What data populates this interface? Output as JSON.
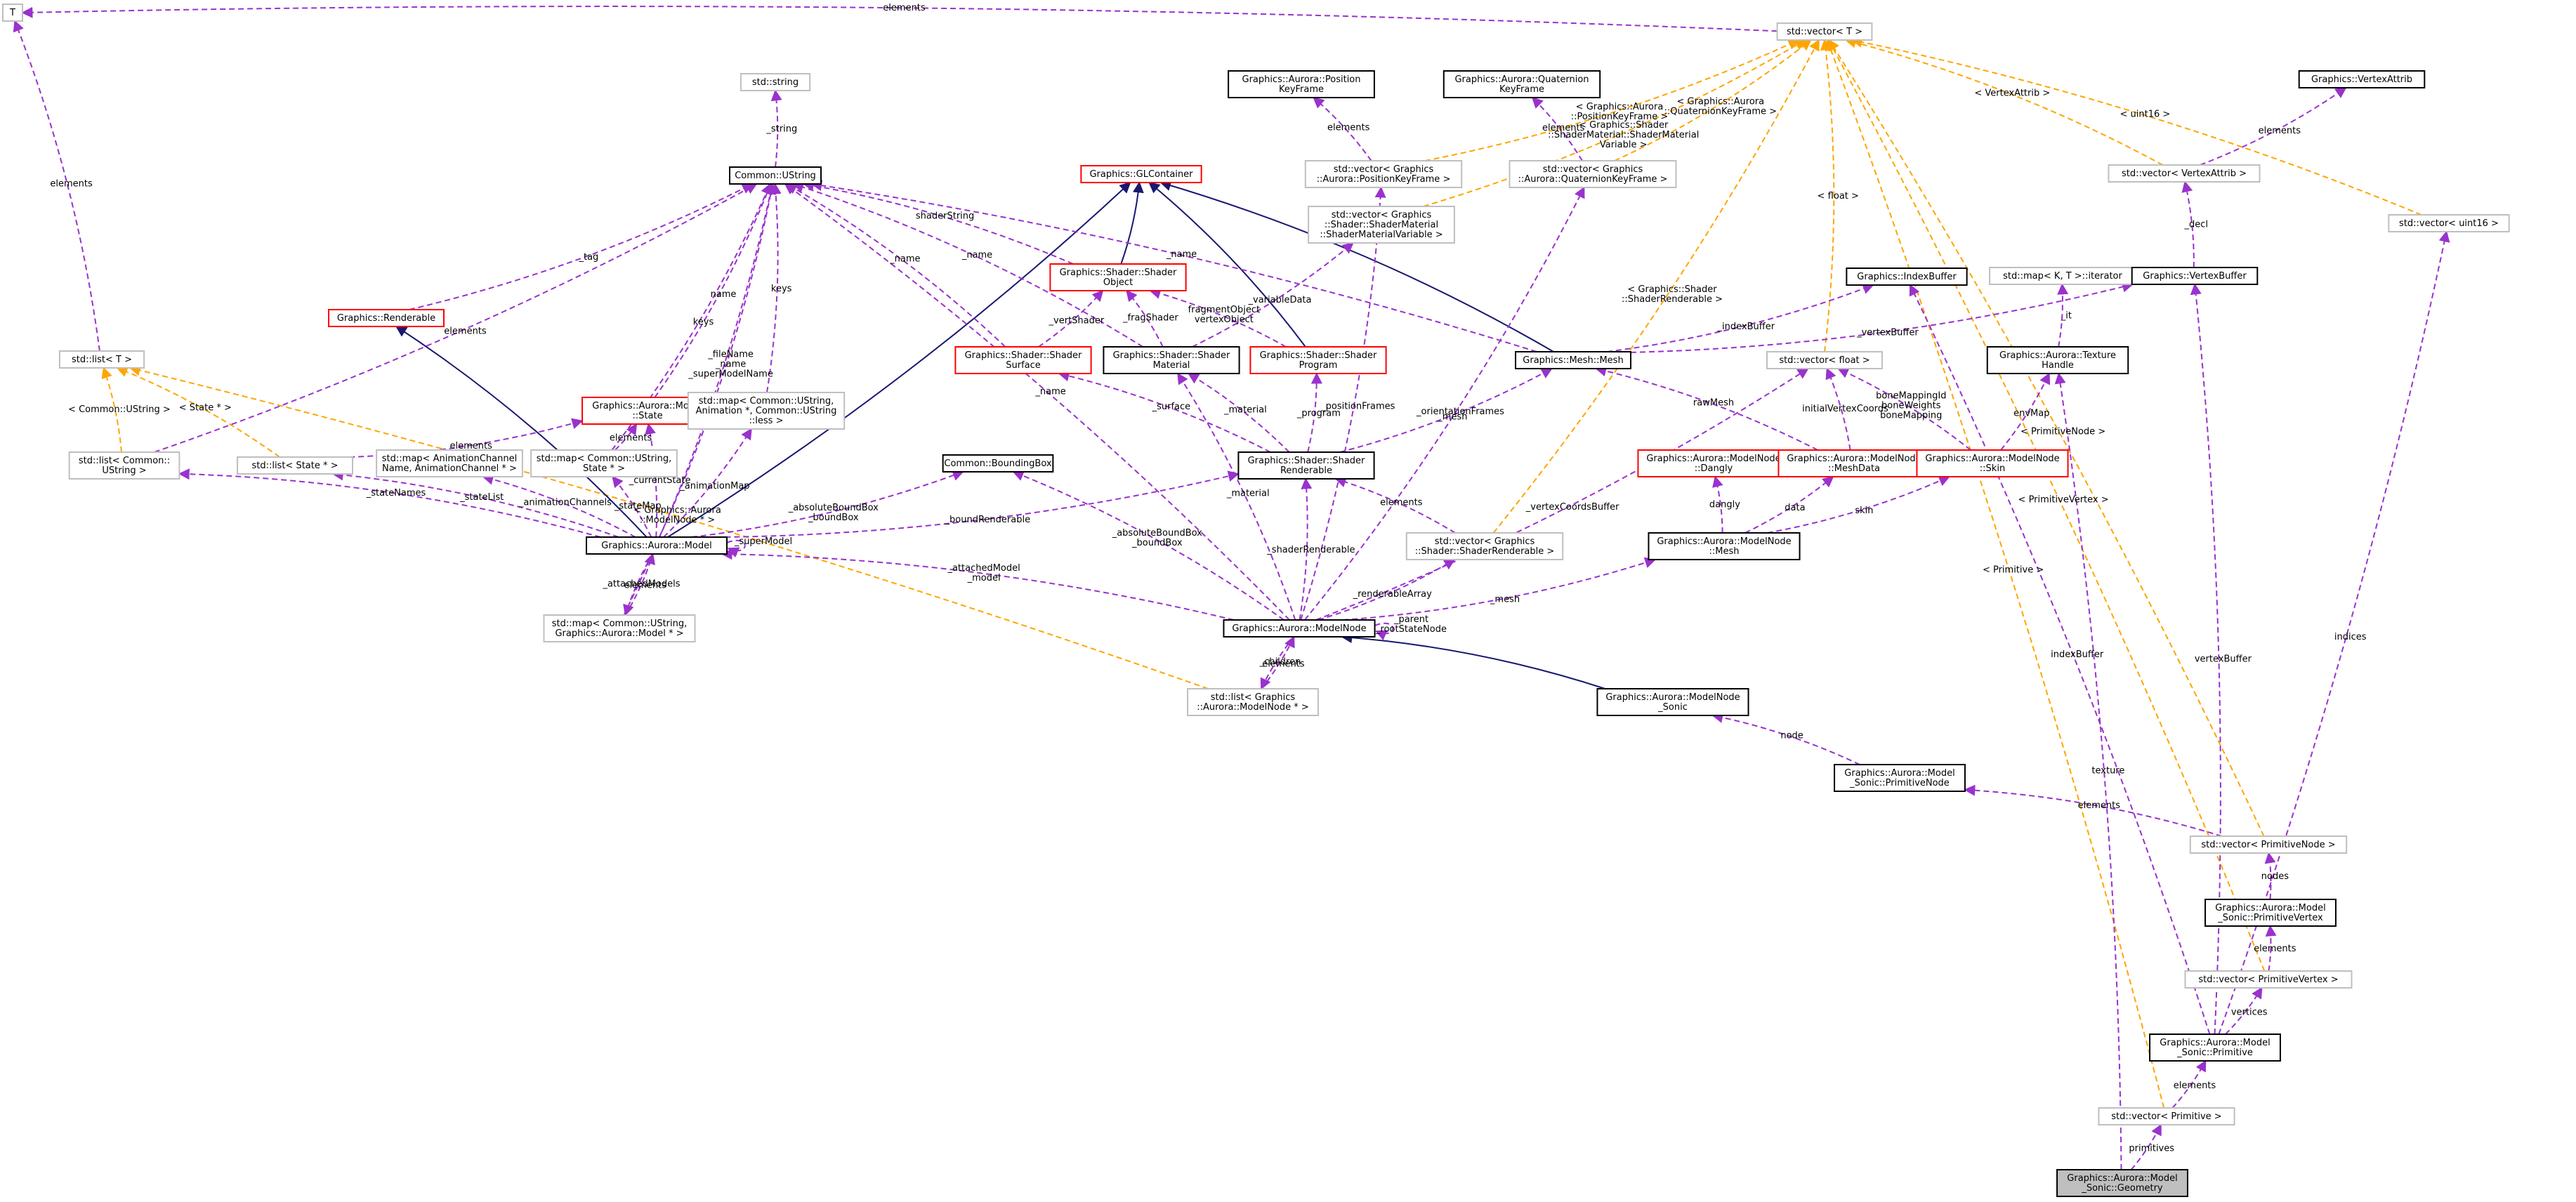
{
  "colors": {
    "usage_edge": "#9a32cd",
    "template_edge": "#ffa500",
    "inheritance_edge": "#191970",
    "documented_border": "#000000",
    "undocumented_border": "#ff0000",
    "template_border": "#bfbfbf",
    "focus_fill": "#bfbfbf"
  },
  "nodes": [
    {
      "id": "T",
      "lines": [
        "T"
      ],
      "style": "gray"
    },
    {
      "id": "vecT",
      "lines": [
        "std::vector< T >"
      ],
      "style": "gray"
    },
    {
      "id": "VertexAttrib",
      "lines": [
        "Graphics::VertexAttrib"
      ],
      "style": "black"
    },
    {
      "id": "stdstring",
      "lines": [
        "std::string"
      ],
      "style": "gray"
    },
    {
      "id": "PosKF",
      "lines": [
        "Graphics::Aurora::Position",
        "KeyFrame"
      ],
      "style": "black"
    },
    {
      "id": "QuatKF",
      "lines": [
        "Graphics::Aurora::Quaternion",
        "KeyFrame"
      ],
      "style": "black"
    },
    {
      "id": "vecPosKF",
      "lines": [
        "std::vector< Graphics",
        "::Aurora::PositionKeyFrame >"
      ],
      "style": "gray"
    },
    {
      "id": "vecQuatKF",
      "lines": [
        "std::vector< Graphics",
        "::Aurora::QuaternionKeyFrame >"
      ],
      "style": "gray"
    },
    {
      "id": "vecVA",
      "lines": [
        "std::vector< VertexAttrib >"
      ],
      "style": "gray"
    },
    {
      "id": "vecU16",
      "lines": [
        "std::vector< uint16 >"
      ],
      "style": "gray"
    },
    {
      "id": "UString",
      "lines": [
        "Common::UString"
      ],
      "style": "black"
    },
    {
      "id": "GLContainer",
      "lines": [
        "Graphics::GLContainer"
      ],
      "style": "red"
    },
    {
      "id": "vecSMV",
      "lines": [
        "std::vector< Graphics",
        "::Shader::ShaderMaterial",
        "::ShaderMaterialVariable >"
      ],
      "style": "gray"
    },
    {
      "id": "ShaderObject",
      "lines": [
        "Graphics::Shader::Shader",
        "Object"
      ],
      "style": "red"
    },
    {
      "id": "IndexBuffer",
      "lines": [
        "Graphics::IndexBuffer"
      ],
      "style": "black"
    },
    {
      "id": "mapIter",
      "lines": [
        "std::map< K, T >::iterator"
      ],
      "style": "gray"
    },
    {
      "id": "VertexBuffer",
      "lines": [
        "Graphics::VertexBuffer"
      ],
      "style": "black"
    },
    {
      "id": "listT",
      "lines": [
        "std::list< T >"
      ],
      "style": "gray"
    },
    {
      "id": "Renderable",
      "lines": [
        "Graphics::Renderable"
      ],
      "style": "red"
    },
    {
      "id": "MeshMesh",
      "lines": [
        "Graphics::Mesh::Mesh"
      ],
      "style": "black"
    },
    {
      "id": "vecFloat",
      "lines": [
        "std::vector< float >"
      ],
      "style": "gray"
    },
    {
      "id": "TextureHandle",
      "lines": [
        "Graphics::Aurora::Texture",
        "Handle"
      ],
      "style": "black"
    },
    {
      "id": "ModelState",
      "lines": [
        "Graphics::Aurora::Model",
        "::State"
      ],
      "style": "red"
    },
    {
      "id": "mapAnim",
      "lines": [
        "std::map< Common::UString,",
        "Animation *, Common::UString",
        "::less >"
      ],
      "style": "gray"
    },
    {
      "id": "ShaderSurface",
      "lines": [
        "Graphics::Shader::Shader",
        "Surface"
      ],
      "style": "red"
    },
    {
      "id": "ShaderMaterial",
      "lines": [
        "Graphics::Shader::Shader",
        "Material"
      ],
      "style": "black"
    },
    {
      "id": "ShaderProgram",
      "lines": [
        "Graphics::Shader::Shader",
        "Program"
      ],
      "style": "red"
    },
    {
      "id": "listUString",
      "lines": [
        "std::list< Common::",
        "UString >"
      ],
      "style": "gray"
    },
    {
      "id": "listState",
      "lines": [
        "std::list< State * >"
      ],
      "style": "gray"
    },
    {
      "id": "mapAnimChan",
      "lines": [
        "std::map< AnimationChannel",
        "Name, AnimationChannel * >"
      ],
      "style": "gray"
    },
    {
      "id": "mapState",
      "lines": [
        "std::map< Common::UString,",
        "State * >"
      ],
      "style": "gray"
    },
    {
      "id": "BoundingBox",
      "lines": [
        "Common::BoundingBox"
      ],
      "style": "black"
    },
    {
      "id": "ShaderRenderable",
      "lines": [
        "Graphics::Shader::Shader",
        "Renderable"
      ],
      "style": "black"
    },
    {
      "id": "Dangly",
      "lines": [
        "Graphics::Aurora::ModelNode",
        "::Dangly"
      ],
      "style": "red"
    },
    {
      "id": "MeshData",
      "lines": [
        "Graphics::Aurora::ModelNode",
        "::MeshData"
      ],
      "style": "red"
    },
    {
      "id": "Skin",
      "lines": [
        "Graphics::Aurora::ModelNode",
        "::Skin"
      ],
      "style": "red"
    },
    {
      "id": "vecSR",
      "lines": [
        "std::vector< Graphics",
        "::Shader::ShaderRenderable >"
      ],
      "style": "gray"
    },
    {
      "id": "NodeMesh",
      "lines": [
        "Graphics::Aurora::ModelNode",
        "::Mesh"
      ],
      "style": "black"
    },
    {
      "id": "Model",
      "lines": [
        "Graphics::Aurora::Model"
      ],
      "style": "black"
    },
    {
      "id": "mapModels",
      "lines": [
        "std::map< Common::UString,",
        "Graphics::Aurora::Model * >"
      ],
      "style": "gray"
    },
    {
      "id": "ModelNode",
      "lines": [
        "Graphics::Aurora::ModelNode"
      ],
      "style": "black"
    },
    {
      "id": "listNodes",
      "lines": [
        "std::list< Graphics",
        "::Aurora::ModelNode * >"
      ],
      "style": "gray"
    },
    {
      "id": "NodeSonic",
      "lines": [
        "Graphics::Aurora::ModelNode",
        "_Sonic"
      ],
      "style": "black"
    },
    {
      "id": "PrimNode",
      "lines": [
        "Graphics::Aurora::Model",
        "_Sonic::PrimitiveNode"
      ],
      "style": "black"
    },
    {
      "id": "vecPrimNode",
      "lines": [
        "std::vector< PrimitiveNode >"
      ],
      "style": "gray"
    },
    {
      "id": "PrimVertex",
      "lines": [
        "Graphics::Aurora::Model",
        "_Sonic::PrimitiveVertex"
      ],
      "style": "black"
    },
    {
      "id": "vecPrimVertex",
      "lines": [
        "std::vector< PrimitiveVertex >"
      ],
      "style": "gray"
    },
    {
      "id": "Primitive",
      "lines": [
        "Graphics::Aurora::Model",
        "_Sonic::Primitive"
      ],
      "style": "black"
    },
    {
      "id": "vecPrim",
      "lines": [
        "std::vector< Primitive >"
      ],
      "style": "gray"
    },
    {
      "id": "Geometry",
      "lines": [
        "Graphics::Aurora::Model",
        "_Sonic::Geometry"
      ],
      "style": "focus"
    }
  ],
  "edges": [
    {
      "from": "vecT",
      "to": "T",
      "type": "use",
      "label": [
        "elements"
      ]
    },
    {
      "from": "listT",
      "to": "T",
      "type": "use",
      "label": [
        "elements"
      ]
    },
    {
      "from": "UString",
      "to": "stdstring",
      "type": "use",
      "label": [
        "_string"
      ]
    },
    {
      "from": "vecPosKF",
      "to": "PosKF",
      "type": "use",
      "label": [
        "elements"
      ]
    },
    {
      "from": "vecQuatKF",
      "to": "QuatKF",
      "type": "use",
      "label": [
        "elements"
      ]
    },
    {
      "from": "vecVA",
      "to": "VertexAttrib",
      "type": "use",
      "label": [
        "elements"
      ]
    },
    {
      "from": "vecSMV",
      "to": "vecT",
      "type": "tpl",
      "label": [
        "< Graphics::Shader",
        "::ShaderMaterial::ShaderMaterial",
        "Variable >"
      ]
    },
    {
      "from": "vecPosKF",
      "to": "vecT",
      "type": "tpl",
      "label": [
        "< Graphics::Aurora",
        "::PositionKeyFrame >"
      ]
    },
    {
      "from": "vecQuatKF",
      "to": "vecT",
      "type": "tpl",
      "label": [
        "< Graphics::Aurora",
        "::QuaternionKeyFrame >"
      ]
    },
    {
      "from": "vecVA",
      "to": "vecT",
      "type": "tpl",
      "label": [
        "< VertexAttrib >"
      ]
    },
    {
      "from": "vecU16",
      "to": "vecT",
      "type": "tpl",
      "label": [
        "< uint16 >"
      ]
    },
    {
      "from": "vecFloat",
      "to": "vecT",
      "type": "tpl",
      "label": [
        "< float >"
      ]
    },
    {
      "from": "vecSR",
      "to": "vecT",
      "type": "tpl",
      "label": [
        "< Graphics::Shader",
        "::ShaderRenderable >"
      ]
    },
    {
      "from": "vecPrimNode",
      "to": "vecT",
      "type": "tpl",
      "label": [
        "< PrimitiveNode >"
      ]
    },
    {
      "from": "vecPrimVertex",
      "to": "vecT",
      "type": "tpl",
      "label": [
        "< PrimitiveVertex >"
      ]
    },
    {
      "from": "vecPrim",
      "to": "vecT",
      "type": "tpl",
      "label": [
        "< Primitive >"
      ]
    },
    {
      "from": "listUString",
      "to": "listT",
      "type": "tpl",
      "label": [
        "< Common::UString >"
      ]
    },
    {
      "from": "listState",
      "to": "listT",
      "type": "tpl",
      "label": [
        "< State * >"
      ]
    },
    {
      "from": "listNodes",
      "to": "listT",
      "type": "tpl",
      "label": [
        "< Graphics::Aurora",
        "::ModelNode * >"
      ]
    },
    {
      "from": "ShaderObject",
      "to": "GLContainer",
      "type": "inh",
      "label": []
    },
    {
      "from": "ShaderProgram",
      "to": "GLContainer",
      "type": "inh",
      "label": []
    },
    {
      "from": "MeshMesh",
      "to": "GLContainer",
      "type": "inh",
      "label": []
    },
    {
      "from": "Model",
      "to": "GLContainer",
      "type": "inh",
      "label": []
    },
    {
      "from": "Model",
      "to": "Renderable",
      "type": "inh",
      "label": []
    },
    {
      "from": "NodeSonic",
      "to": "ModelNode",
      "type": "inh",
      "label": []
    },
    {
      "from": "Renderable",
      "to": "UString",
      "type": "use",
      "label": [
        "_tag"
      ]
    },
    {
      "from": "listUString",
      "to": "UString",
      "type": "use",
      "label": [
        "elements"
      ]
    },
    {
      "from": "ModelState",
      "to": "UString",
      "type": "use",
      "label": [
        "name"
      ]
    },
    {
      "from": "mapState",
      "to": "UString",
      "type": "use",
      "label": [
        "keys"
      ]
    },
    {
      "from": "mapAnim",
      "to": "UString",
      "type": "use",
      "label": [
        "keys"
      ]
    },
    {
      "from": "Model",
      "to": "UString",
      "type": "use",
      "label": [
        "_fileName",
        "_name",
        "_superModelName"
      ]
    },
    {
      "from": "ShaderObject",
      "to": "UString",
      "type": "use",
      "label": [
        "shaderString"
      ]
    },
    {
      "from": "ShaderSurface",
      "to": "UString",
      "type": "use",
      "label": [
        "_name"
      ]
    },
    {
      "from": "ShaderMaterial",
      "to": "UString",
      "type": "use",
      "label": [
        "_name"
      ]
    },
    {
      "from": "MeshMesh",
      "to": "UString",
      "type": "use",
      "label": [
        "_name"
      ]
    },
    {
      "from": "ModelNode",
      "to": "UString",
      "type": "use",
      "label": [
        "_name"
      ]
    },
    {
      "from": "mapModels",
      "to": "UString",
      "type": "use",
      "label": [
        "keys"
      ]
    },
    {
      "from": "ShaderSurface",
      "to": "ShaderObject",
      "type": "use",
      "label": [
        "_vertShader"
      ]
    },
    {
      "from": "ShaderMaterial",
      "to": "ShaderObject",
      "type": "use",
      "label": [
        "_fragShader"
      ]
    },
    {
      "from": "ShaderProgram",
      "to": "ShaderObject",
      "type": "use",
      "label": [
        "fragmentObject",
        "vertexObject"
      ]
    },
    {
      "from": "ShaderMaterial",
      "to": "vecSMV",
      "type": "use",
      "label": [
        "_variableData"
      ]
    },
    {
      "from": "MeshMesh",
      "to": "IndexBuffer",
      "type": "use",
      "label": [
        "_indexBuffer"
      ]
    },
    {
      "from": "MeshMesh",
      "to": "VertexBuffer",
      "type": "use",
      "label": [
        "_vertexBuffer"
      ]
    },
    {
      "from": "VertexBuffer",
      "to": "vecVA",
      "type": "use",
      "label": [
        "_decl"
      ]
    },
    {
      "from": "TextureHandle",
      "to": "mapIter",
      "type": "use",
      "label": [
        "_it"
      ]
    },
    {
      "from": "listState",
      "to": "ModelState",
      "type": "use",
      "label": [
        "elements"
      ]
    },
    {
      "from": "mapState",
      "to": "ModelState",
      "type": "use",
      "label": [
        "elements"
      ]
    },
    {
      "from": "ShaderRenderable",
      "to": "ShaderSurface",
      "type": "use",
      "label": [
        "_surface"
      ]
    },
    {
      "from": "ShaderRenderable",
      "to": "ShaderMaterial",
      "type": "use",
      "label": [
        "_material"
      ]
    },
    {
      "from": "ShaderRenderable",
      "to": "ShaderProgram",
      "type": "use",
      "label": [
        "_program"
      ]
    },
    {
      "from": "ShaderRenderable",
      "to": "MeshMesh",
      "type": "use",
      "label": [
        "_mesh"
      ]
    },
    {
      "from": "MeshData",
      "to": "MeshMesh",
      "type": "use",
      "label": [
        "rawMesh"
      ]
    },
    {
      "from": "MeshData",
      "to": "vecFloat",
      "type": "use",
      "label": [
        "initialVertexCoords"
      ]
    },
    {
      "from": "Skin",
      "to": "vecFloat",
      "type": "use",
      "label": [
        "boneMappingId",
        "boneWeights",
        "boneMapping"
      ]
    },
    {
      "from": "Skin",
      "to": "TextureHandle",
      "type": "use",
      "label": [
        "envMap"
      ]
    },
    {
      "from": "NodeMesh",
      "to": "Dangly",
      "type": "use",
      "label": [
        "dangly"
      ]
    },
    {
      "from": "NodeMesh",
      "to": "MeshData",
      "type": "use",
      "label": [
        "data"
      ]
    },
    {
      "from": "NodeMesh",
      "to": "Skin",
      "type": "use",
      "label": [
        "skin"
      ]
    },
    {
      "from": "vecSR",
      "to": "ShaderRenderable",
      "type": "use",
      "label": [
        "elements"
      ]
    },
    {
      "from": "Model",
      "to": "listUString",
      "type": "use",
      "label": [
        "_stateNames"
      ]
    },
    {
      "from": "Model",
      "to": "listState",
      "type": "use",
      "label": [
        "_stateList"
      ]
    },
    {
      "from": "Model",
      "to": "mapAnimChan",
      "type": "use",
      "label": [
        "_animationChannels"
      ]
    },
    {
      "from": "Model",
      "to": "mapState",
      "type": "use",
      "label": [
        "_stateMap"
      ]
    },
    {
      "from": "Model",
      "to": "ModelState",
      "type": "use",
      "label": [
        "_currentState"
      ]
    },
    {
      "from": "Model",
      "to": "mapAnim",
      "type": "use",
      "label": [
        "_animationMap"
      ]
    },
    {
      "from": "Model",
      "to": "BoundingBox",
      "type": "use",
      "label": [
        "_absoluteBoundBox",
        "_boundBox"
      ]
    },
    {
      "from": "Model",
      "to": "ShaderRenderable",
      "type": "use",
      "label": [
        "_boundRenderable"
      ]
    },
    {
      "from": "Model",
      "to": "Model",
      "type": "use",
      "label": [
        "_superModel"
      ]
    },
    {
      "from": "Model",
      "to": "mapModels",
      "type": "use",
      "label": [
        "_attachedModels"
      ]
    },
    {
      "from": "mapModels",
      "to": "Model",
      "type": "use",
      "label": [
        "elements"
      ]
    },
    {
      "from": "ModelNode",
      "to": "Model",
      "type": "use",
      "label": [
        "_attachedModel",
        "_model"
      ]
    },
    {
      "from": "ModelNode",
      "to": "BoundingBox",
      "type": "use",
      "label": [
        "_absoluteBoundBox",
        "_boundBox"
      ]
    },
    {
      "from": "ModelNode",
      "to": "ShaderRenderable",
      "type": "use",
      "label": [
        "_shaderRenderable"
      ]
    },
    {
      "from": "ModelNode",
      "to": "ShaderMaterial",
      "type": "use",
      "label": [
        "_material"
      ]
    },
    {
      "from": "ModelNode",
      "to": "vecPosKF",
      "type": "use",
      "label": [
        "_positionFrames"
      ]
    },
    {
      "from": "ModelNode",
      "to": "vecQuatKF",
      "type": "use",
      "label": [
        "_orientationFrames"
      ]
    },
    {
      "from": "ModelNode",
      "to": "vecSR",
      "type": "use",
      "label": [
        "_renderableArray"
      ]
    },
    {
      "from": "ModelNode",
      "to": "vecFloat",
      "type": "use",
      "label": [
        "_vertexCoordsBuffer"
      ]
    },
    {
      "from": "ModelNode",
      "to": "NodeMesh",
      "type": "use",
      "label": [
        "_mesh"
      ]
    },
    {
      "from": "ModelNode",
      "to": "ModelNode",
      "type": "use",
      "label": [
        "_parent",
        "_rootStateNode"
      ]
    },
    {
      "from": "ModelNode",
      "to": "listNodes",
      "type": "use",
      "label": [
        "_children"
      ]
    },
    {
      "from": "listNodes",
      "to": "ModelNode",
      "type": "use",
      "label": [
        "elements"
      ]
    },
    {
      "from": "PrimNode",
      "to": "NodeSonic",
      "type": "use",
      "label": [
        "node"
      ]
    },
    {
      "from": "vecPrimNode",
      "to": "PrimNode",
      "type": "use",
      "label": [
        "elements"
      ]
    },
    {
      "from": "PrimVertex",
      "to": "vecPrimNode",
      "type": "use",
      "label": [
        "nodes"
      ]
    },
    {
      "from": "vecPrimVertex",
      "to": "PrimVertex",
      "type": "use",
      "label": [
        "elements"
      ]
    },
    {
      "from": "Primitive",
      "to": "vecPrimVertex",
      "type": "use",
      "label": [
        "vertices"
      ]
    },
    {
      "from": "Primitive",
      "to": "IndexBuffer",
      "type": "use",
      "label": [
        "indexBuffer"
      ]
    },
    {
      "from": "Primitive",
      "to": "VertexBuffer",
      "type": "use",
      "label": [
        "vertexBuffer"
      ]
    },
    {
      "from": "Primitive",
      "to": "vecU16",
      "type": "use",
      "label": [
        "indices"
      ]
    },
    {
      "from": "vecPrim",
      "to": "Primitive",
      "type": "use",
      "label": [
        "elements"
      ]
    },
    {
      "from": "Geometry",
      "to": "vecPrim",
      "type": "use",
      "label": [
        "primitives"
      ]
    },
    {
      "from": "Geometry",
      "to": "TextureHandle",
      "type": "use",
      "label": [
        "texture"
      ]
    }
  ]
}
